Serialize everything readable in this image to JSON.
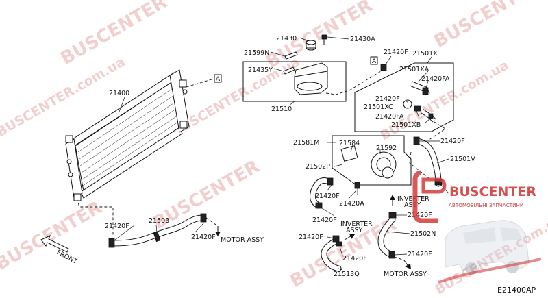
{
  "watermark": {
    "brand": "BUSCENTER",
    "domain": "BUSCENTER.com.ua",
    "logo_text": "BUSCENTER",
    "logo_tagline": "АВТОМОБІЛЬНІ ЗАПЧАСТИНИ"
  },
  "diagram_code": "E21400AP",
  "ref_markers": {
    "a1": "A",
    "a2": "A"
  },
  "front_label": "FRONT",
  "callouts": {
    "p21400": "21400",
    "p21430": "21430",
    "p21430A": "21430A",
    "p21599N": "21599N",
    "p21435Y": "21435Y",
    "p21510": "21510",
    "p21420F_top": "21420F",
    "p21501X": "21501X",
    "p21501XA": "21501XA",
    "p21420FA_1": "21420FA",
    "p21420F_mid": "21420F",
    "p21501XC": "21501XC",
    "p21420FA_2": "21420FA",
    "p21501XB": "21501XB",
    "p21420F_right": "21420F",
    "p21501V": "21501V",
    "p21581M": "21581M",
    "p21584": "21584",
    "p21592": "21592",
    "p21502P": "21502P",
    "p21420F_c1": "21420F",
    "p21420A": "21420A",
    "p21420F_c2": "21420F",
    "p21420F_rad": "21420F",
    "p21503": "21503",
    "p21420F_motor": "21420F",
    "p21420F_inv": "21420F",
    "p21502N": "21502N",
    "p21420F_low1": "21420F",
    "p21420F_low2": "21420F",
    "p21420F_low3": "21420F",
    "p21513Q": "21513Q"
  },
  "destinations": {
    "motor_assy_1": "MOTOR ASSY",
    "motor_assy_2": "MOTOR ASSY",
    "inverter_1_l1": "INVERTER",
    "inverter_1_l2": "ASSY",
    "inverter_2_l1": "INVERTER",
    "inverter_2_l2": "ASSY"
  }
}
